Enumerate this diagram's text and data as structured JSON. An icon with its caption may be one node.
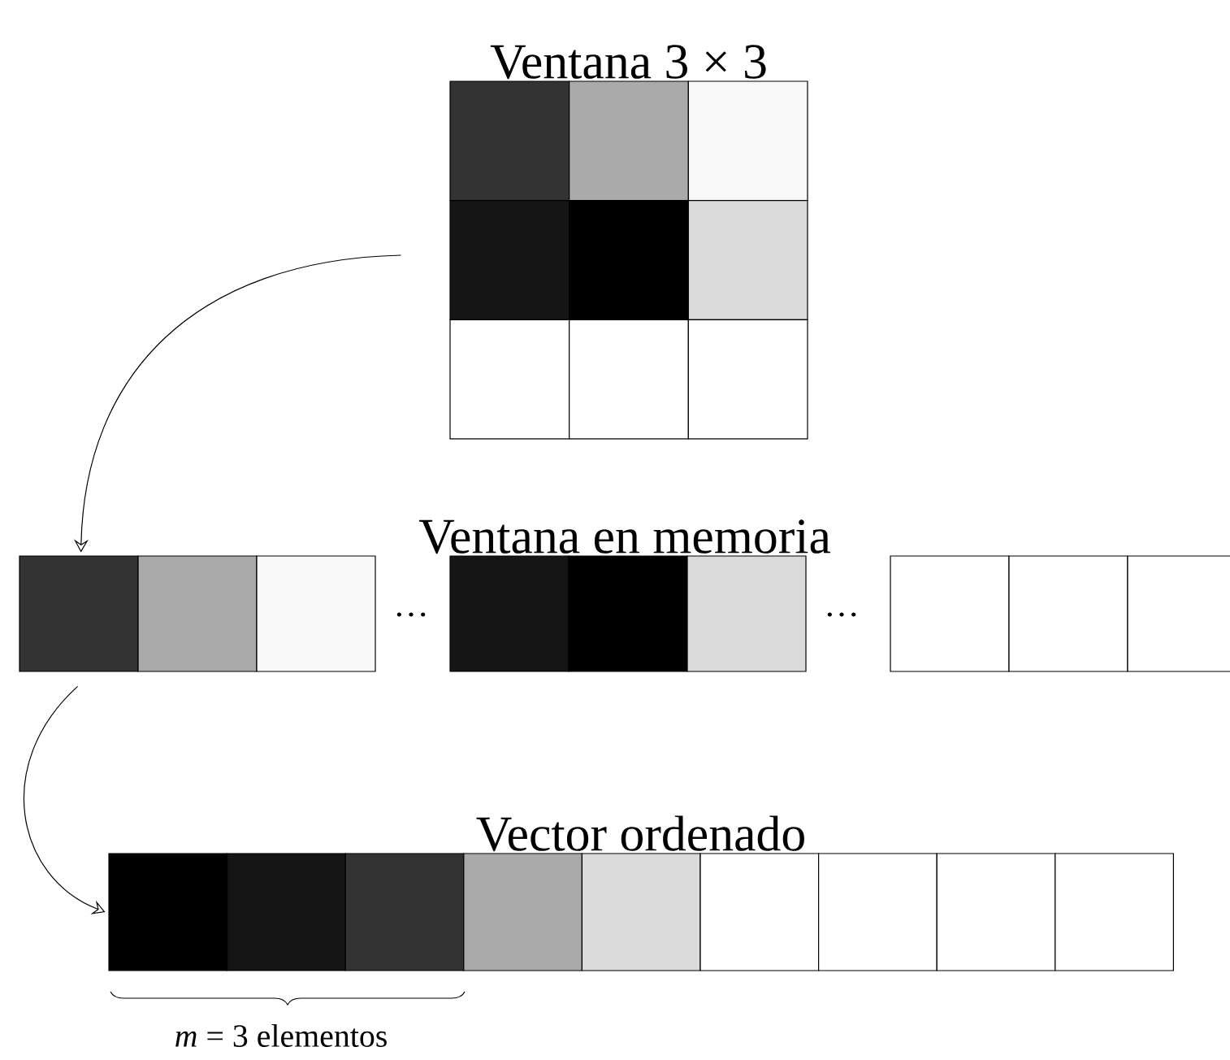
{
  "diagram": {
    "nodes": [
      {
        "text": [
          "Ventana 3 × 3"
        ]
      },
      {
        "text": [
          "Ventana en memoria"
        ]
      },
      {
        "text": [
          "Vector ordenado"
        ]
      }
    ],
    "edges": [
      {
        "from": 0,
        "to": 1,
        "arrow": "to"
      },
      {
        "from": 1,
        "to": 2,
        "arrow": "to"
      }
    ],
    "labels": [
      "…",
      "…",
      "*m* = 3 elementos"
    ]
  }
}
